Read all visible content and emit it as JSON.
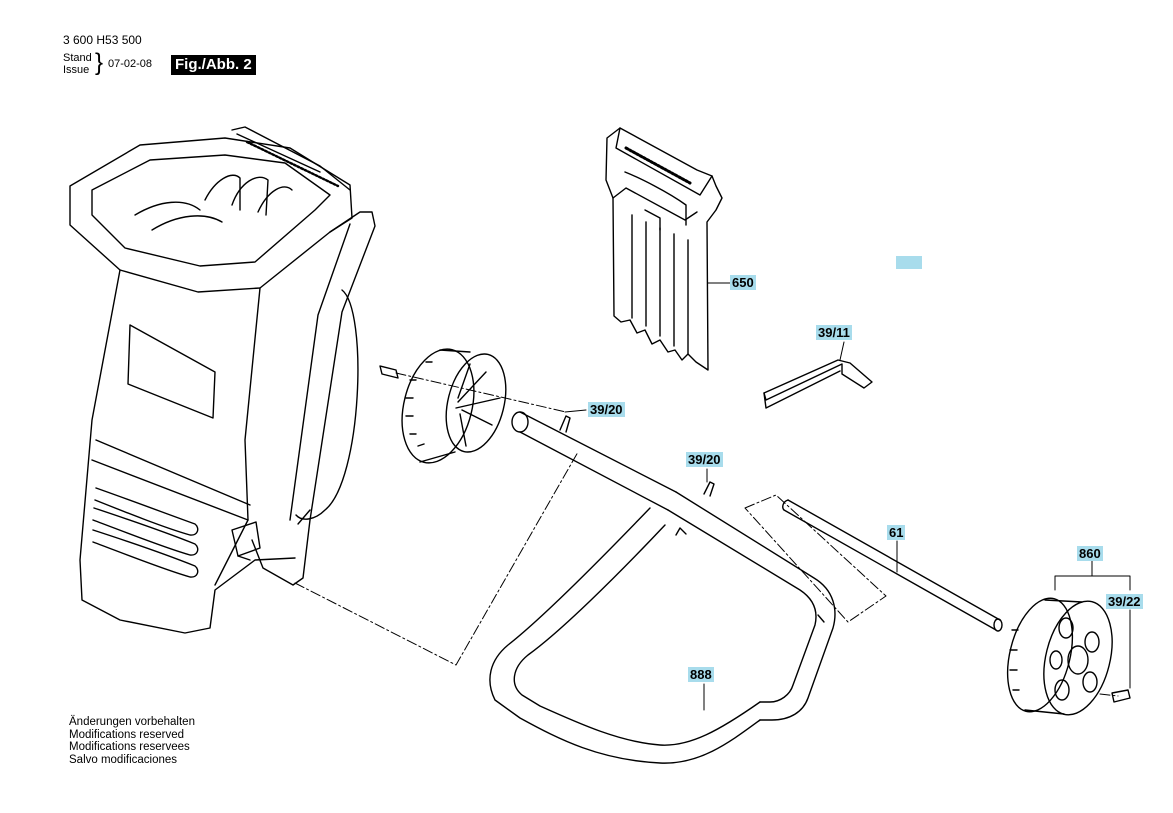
{
  "header": {
    "doc_number": "3 600 H53 500",
    "issue_label_1": "Stand",
    "issue_label_2": "Issue",
    "issue_date": "07-02-08",
    "figure_label": "Fig./Abb. 2"
  },
  "callouts": {
    "part_650": "650",
    "part_39_11": "39/11",
    "part_39_20_a": "39/20",
    "part_39_20_b": "39/20",
    "part_61": "61",
    "part_860": "860",
    "part_39_22": "39/22",
    "part_888": "888"
  },
  "notes": {
    "line_1": "Änderungen vorbehalten",
    "line_2": "Modifications reserved",
    "line_3": "Modifications reservees",
    "line_4": "Salvo modificaciones"
  },
  "colors": {
    "callout_highlight": "#a8dcec",
    "line": "#000000"
  }
}
